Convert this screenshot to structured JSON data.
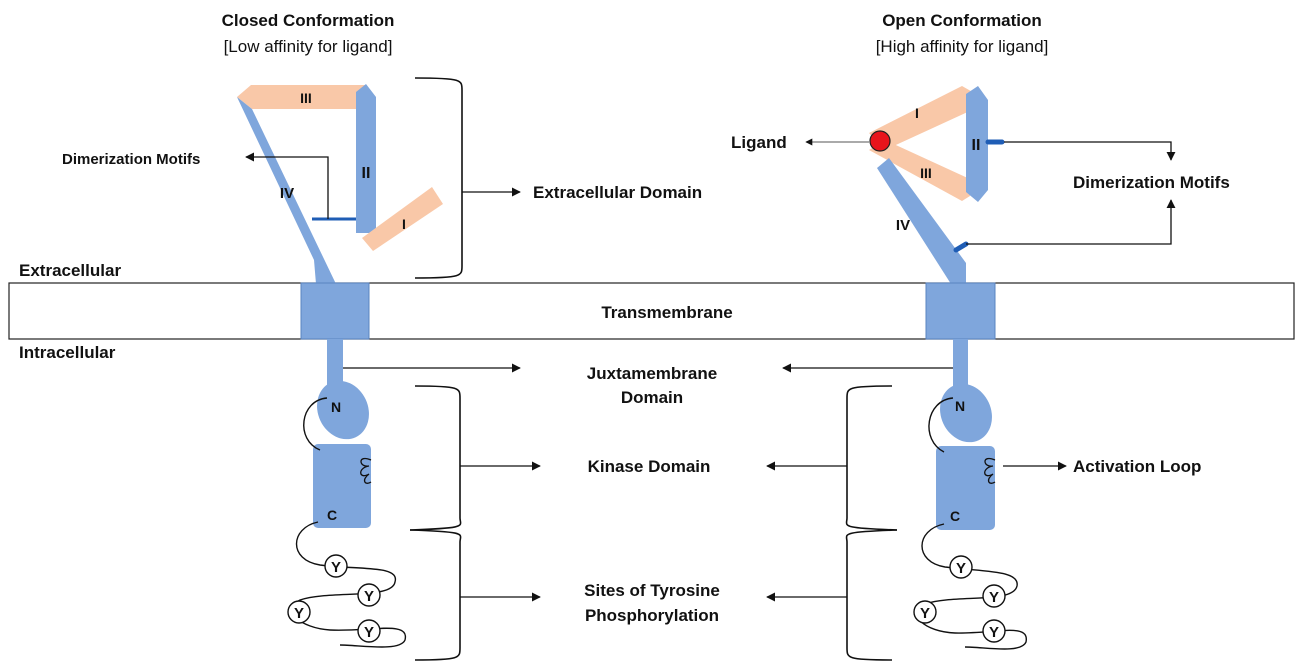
{
  "closed": {
    "title": "Closed Conformation",
    "subtitle": "[Low affinity for ligand]",
    "domain_I": "I",
    "domain_II": "II",
    "domain_III": "III",
    "domain_IV": "IV",
    "dimerization_label": "Dimerization Motifs",
    "kinase_N": "N",
    "kinase_C": "C"
  },
  "open": {
    "title": "Open Conformation",
    "subtitle": "[High affinity for ligand]",
    "domain_I": "I",
    "domain_II": "II",
    "domain_III": "III",
    "domain_IV": "IV",
    "ligand_label": "Ligand",
    "dimerization_label": "Dimerization Motifs",
    "activation_loop_label": "Activation Loop",
    "kinase_N": "N",
    "kinase_C": "C"
  },
  "center": {
    "extracellular_domain": "Extracellular Domain",
    "transmembrane": "Transmembrane",
    "juxtamembrane_line1": "Juxtamembrane",
    "juxtamembrane_line2": "Domain",
    "kinase_domain": "Kinase Domain",
    "tyrosine_line1": "Sites of Tyrosine",
    "tyrosine_line2": "Phosphorylation"
  },
  "regions": {
    "extracellular": "Extracellular",
    "intracellular": "Intracellular"
  },
  "tyrosine_symbol": "Y",
  "colors": {
    "blue_domain": "#7fa6dc",
    "peach_domain": "#f9c8a8",
    "dark_blue_motif": "#1f5db5",
    "ligand": "#e8141b"
  }
}
